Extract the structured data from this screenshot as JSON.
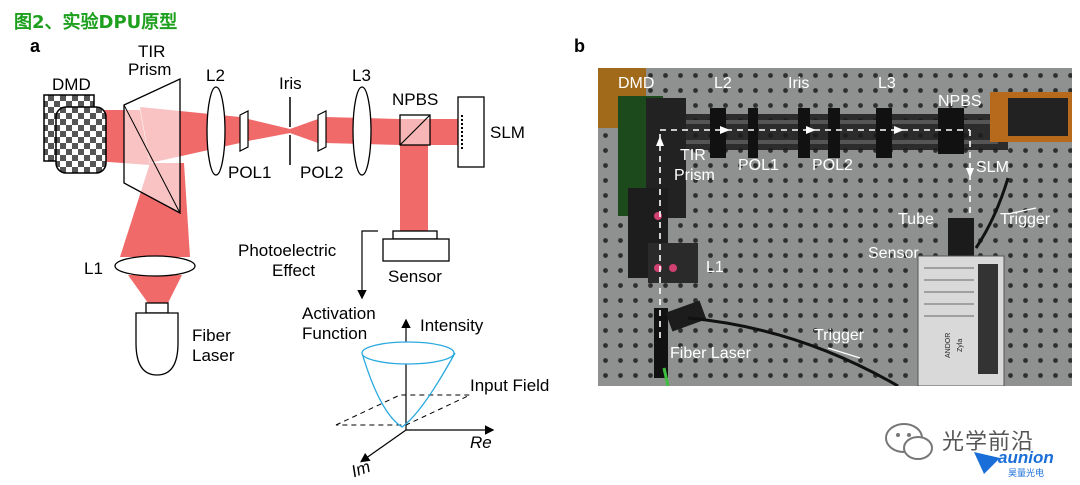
{
  "figure_title": "图2、实验DPU原型",
  "panel_a": {
    "letter": "a",
    "labels": {
      "dmd": "DMD",
      "tir_line1": "TIR",
      "tir_line2": "Prism",
      "l2": "L2",
      "iris": "Iris",
      "l3": "L3",
      "npbs": "NPBS",
      "slm": "SLM",
      "pol1": "POL1",
      "pol2": "POL2",
      "l1": "L1",
      "fiber1": "Fiber",
      "fiber2": "Laser",
      "photo1": "Photoelectric",
      "photo2": "Effect",
      "sensor": "Sensor",
      "act1": "Activation",
      "act2": "Function",
      "intensity": "Intensity",
      "input_field": "Input Field",
      "re": "Re",
      "im": "Im"
    }
  },
  "panel_b": {
    "letter": "b",
    "labels": {
      "dmd": "DMD",
      "l2": "L2",
      "iris": "Iris",
      "l3": "L3",
      "npbs": "NPBS",
      "tir1": "TIR",
      "tir2": "Prism",
      "pol1": "POL1",
      "pol2": "POL2",
      "slm": "SLM",
      "tube": "Tube",
      "trigger_top": "Trigger",
      "sensor": "Sensor",
      "l1": "L1",
      "trigger_bottom": "Trigger",
      "fiber_laser": "Fiber Laser",
      "camera_brand": "ANDOR",
      "camera_model": "Zyla"
    }
  },
  "watermark": {
    "text": "光学前沿",
    "brand": "aunion",
    "sub": "昊量光电"
  },
  "colors": {
    "title_green": "#1ea01e",
    "beam_red": "#f05a5a",
    "curve_cyan": "#29a9e0",
    "photo_bg": "#8f9090"
  }
}
